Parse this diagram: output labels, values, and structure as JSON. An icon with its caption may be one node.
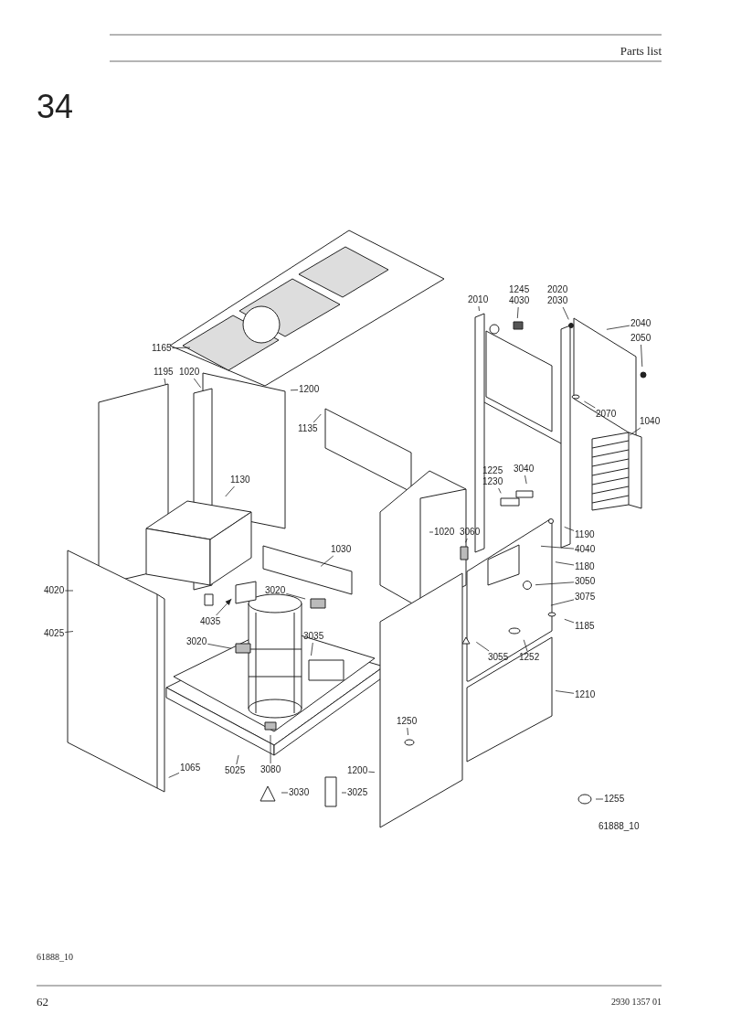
{
  "diagram": {
    "nodes": [
      {
        "text": [
          "1165"
        ]
      },
      {
        "text": [
          "1195"
        ]
      },
      {
        "text": [
          "1020"
        ]
      },
      {
        "text": [
          "1130"
        ]
      },
      {
        "text": [
          "1200"
        ]
      },
      {
        "text": [
          "1135"
        ]
      },
      {
        "text": [
          "2010"
        ]
      },
      {
        "text": [
          "1245",
          "4030"
        ]
      },
      {
        "text": [
          "2020",
          "2030"
        ]
      },
      {
        "text": [
          "2040"
        ]
      },
      {
        "text": [
          "2050"
        ]
      },
      {
        "text": [
          "2070"
        ]
      },
      {
        "text": [
          "1040"
        ]
      },
      {
        "text": [
          "1225",
          "1230"
        ]
      },
      {
        "text": [
          "3040"
        ]
      },
      {
        "text": [
          "1020"
        ]
      },
      {
        "text": [
          "3060"
        ]
      },
      {
        "text": [
          "1030"
        ]
      },
      {
        "text": [
          "1190"
        ]
      },
      {
        "text": [
          "4040"
        ]
      },
      {
        "text": [
          "1180"
        ]
      },
      {
        "text": [
          "3050"
        ]
      },
      {
        "text": [
          "3075"
        ]
      },
      {
        "text": [
          "1185"
        ]
      },
      {
        "text": [
          "4020"
        ]
      },
      {
        "text": [
          "4035"
        ]
      },
      {
        "text": [
          "3020"
        ]
      },
      {
        "text": [
          "4025"
        ]
      },
      {
        "text": [
          "3020"
        ]
      },
      {
        "text": [
          "3035"
        ]
      },
      {
        "text": [
          "3055"
        ]
      },
      {
        "text": [
          "1252"
        ]
      },
      {
        "text": [
          "1210"
        ]
      },
      {
        "text": [
          "1250"
        ]
      },
      {
        "text": [
          "1065"
        ]
      },
      {
        "text": [
          "5025"
        ]
      },
      {
        "text": [
          "3080"
        ]
      },
      {
        "text": [
          "1200"
        ]
      },
      {
        "text": [
          "3030"
        ]
      },
      {
        "text": [
          "3025"
        ]
      },
      {
        "text": [
          "1255"
        ]
      }
    ],
    "edges": [
      {
        "from": 0,
        "to": null,
        "arrow": "none"
      },
      {
        "from": 1,
        "to": null,
        "arrow": "none"
      },
      {
        "from": 2,
        "to": null,
        "arrow": "none"
      },
      {
        "from": 3,
        "to": null,
        "arrow": "none"
      },
      {
        "from": 4,
        "to": null,
        "arrow": "none"
      },
      {
        "from": 5,
        "to": null,
        "arrow": "none"
      },
      {
        "from": 6,
        "to": null,
        "arrow": "none"
      },
      {
        "from": 7,
        "to": null,
        "arrow": "none"
      },
      {
        "from": 8,
        "to": null,
        "arrow": "none"
      },
      {
        "from": 9,
        "to": null,
        "arrow": "none"
      },
      {
        "from": 10,
        "to": null,
        "arrow": "none"
      },
      {
        "from": 11,
        "to": null,
        "arrow": "none"
      },
      {
        "from": 12,
        "to": null,
        "arrow": "none"
      },
      {
        "from": 13,
        "to": null,
        "arrow": "none"
      },
      {
        "from": 14,
        "to": null,
        "arrow": "none"
      },
      {
        "from": 15,
        "to": null,
        "arrow": "none"
      },
      {
        "from": 16,
        "to": null,
        "arrow": "none"
      },
      {
        "from": 17,
        "to": null,
        "arrow": "none"
      },
      {
        "from": 18,
        "to": null,
        "arrow": "none"
      },
      {
        "from": 19,
        "to": null,
        "arrow": "none"
      },
      {
        "from": 20,
        "to": null,
        "arrow": "none"
      },
      {
        "from": 21,
        "to": null,
        "arrow": "none"
      },
      {
        "from": 22,
        "to": null,
        "arrow": "none"
      },
      {
        "from": 23,
        "to": null,
        "arrow": "none"
      },
      {
        "from": 24,
        "to": null,
        "arrow": "none"
      },
      {
        "from": 25,
        "to": null,
        "arrow": "to"
      },
      {
        "from": 26,
        "to": null,
        "arrow": "none"
      },
      {
        "from": 27,
        "to": null,
        "arrow": "none"
      },
      {
        "from": 28,
        "to": null,
        "arrow": "none"
      },
      {
        "from": 29,
        "to": null,
        "arrow": "none"
      },
      {
        "from": 30,
        "to": null,
        "arrow": "none"
      },
      {
        "from": 31,
        "to": null,
        "arrow": "none"
      },
      {
        "from": 32,
        "to": null,
        "arrow": "none"
      },
      {
        "from": 33,
        "to": null,
        "arrow": "none"
      },
      {
        "from": 34,
        "to": null,
        "arrow": "none"
      },
      {
        "from": 35,
        "to": null,
        "arrow": "none"
      },
      {
        "from": 36,
        "to": null,
        "arrow": "none"
      },
      {
        "from": 37,
        "to": null,
        "arrow": "none"
      },
      {
        "from": 38,
        "to": null,
        "arrow": "none"
      },
      {
        "from": 39,
        "to": null,
        "arrow": "none"
      },
      {
        "from": 40,
        "to": null,
        "arrow": "none"
      }
    ],
    "labels": [
      "Parts list",
      "34",
      "61888_10",
      "61888_10",
      "62",
      "2930 1357 01"
    ]
  }
}
